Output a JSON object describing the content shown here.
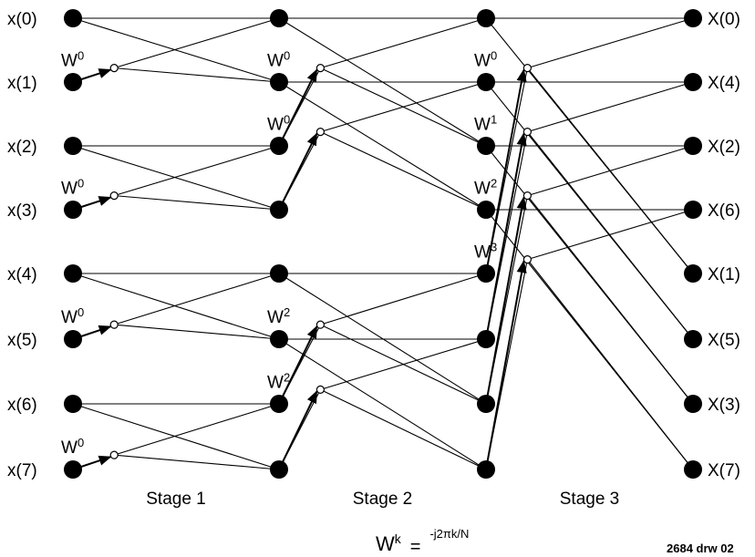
{
  "inputs": [
    "x(0)",
    "x(1)",
    "x(2)",
    "x(3)",
    "x(4)",
    "x(5)",
    "x(6)",
    "x(7)"
  ],
  "outputs": [
    "X(0)",
    "X(4)",
    "X(2)",
    "X(6)",
    "X(1)",
    "X(5)",
    "X(3)",
    "X(7)"
  ],
  "stages": [
    "Stage 1",
    "Stage 2",
    "Stage 3"
  ],
  "twiddles": [
    [
      {
        "base": "W",
        "exp": "0"
      },
      {
        "base": "W",
        "exp": "0"
      },
      {
        "base": "W",
        "exp": "0"
      },
      {
        "base": "W",
        "exp": "0"
      }
    ],
    [
      {
        "base": "W",
        "exp": "0"
      },
      {
        "base": "W",
        "exp": "0"
      },
      {
        "base": "W",
        "exp": "2"
      },
      {
        "base": "W",
        "exp": "2"
      }
    ],
    [
      {
        "base": "W",
        "exp": "0"
      },
      {
        "base": "W",
        "exp": "1"
      },
      {
        "base": "W",
        "exp": "2"
      },
      {
        "base": "W",
        "exp": "3"
      }
    ]
  ],
  "formula": {
    "base": "W",
    "sup": "k",
    "equals": "=",
    "exponent": "-j2πk/N"
  },
  "drawing_id": "2684 drw 02"
}
